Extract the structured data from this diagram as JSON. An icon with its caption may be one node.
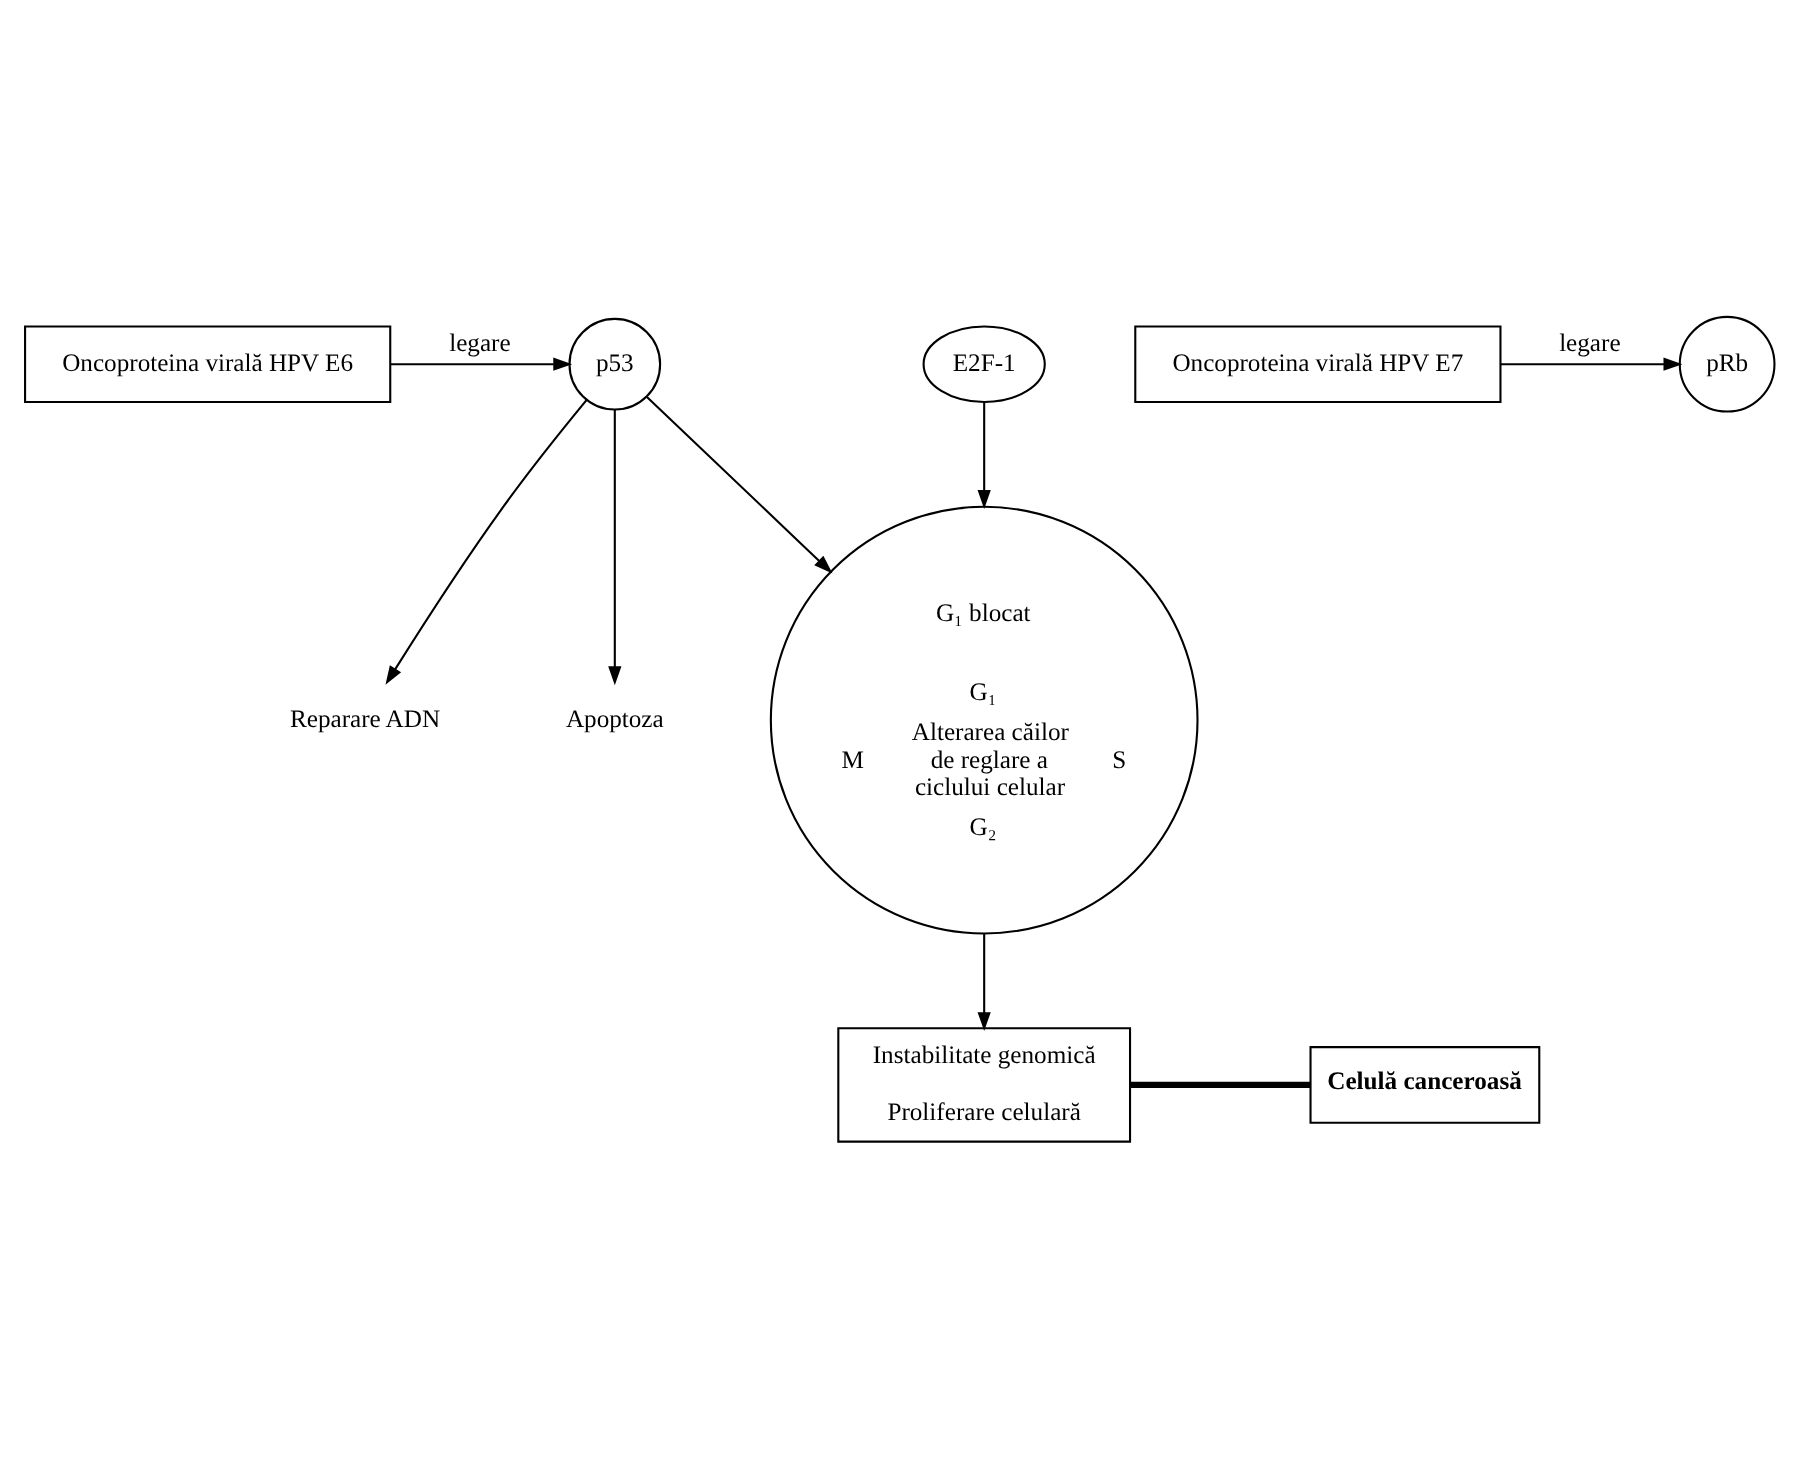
{
  "diagram": {
    "nodes": [
      {
        "text": [
          "Oncoproteina virală HPV E6"
        ]
      },
      {
        "text": [
          "p53"
        ]
      },
      {
        "text": [
          "Reparare ADN"
        ]
      },
      {
        "text": [
          "Apoptoza"
        ]
      },
      {
        "text": [
          "G₁ blocat",
          "G₁",
          "M",
          "Alterarea căilor de reglare a ciclului celular",
          "S",
          "G₂"
        ]
      },
      {
        "text": [
          "E2F-1"
        ]
      },
      {
        "text": [
          "pRb"
        ]
      },
      {
        "text": [
          "Oncoproteina virală HPV E7"
        ]
      },
      {
        "text": [
          "Instabilitate genomică",
          "Proliferare celulară"
        ]
      },
      {
        "text": [
          "Celulă canceroasă"
        ]
      }
    ],
    "edges": [
      {
        "from": 0,
        "to": 1,
        "arrow": "to",
        "label": "legare"
      },
      {
        "from": 1,
        "to": 2,
        "arrow": "to"
      },
      {
        "from": 1,
        "to": 3,
        "arrow": "to"
      },
      {
        "from": 1,
        "to": 4,
        "arrow": "to"
      },
      {
        "from": 5,
        "to": 4,
        "arrow": "to"
      },
      {
        "from": 7,
        "to": 6,
        "arrow": "to",
        "label": "legare"
      },
      {
        "from": 4,
        "to": 8,
        "arrow": "to"
      },
      {
        "from": 8,
        "to": 9,
        "arrow": "none",
        "style": "thick"
      }
    ]
  }
}
